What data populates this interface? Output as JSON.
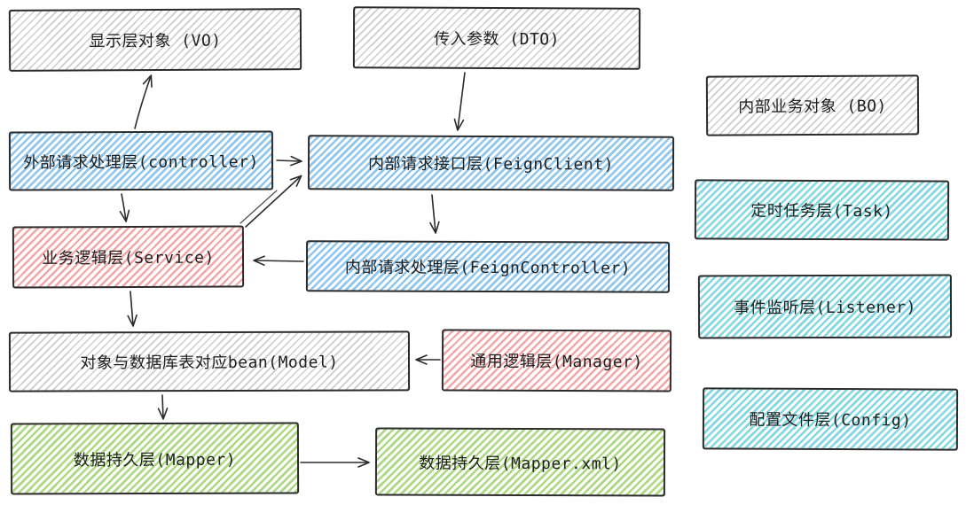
{
  "diagram": {
    "title": "",
    "boxes": {
      "vo": {
        "label": "显示层对象 (VO)",
        "color": "gray"
      },
      "dto": {
        "label": "传入参数 (DTO)",
        "color": "gray"
      },
      "controller": {
        "label": "外部请求处理层(controller)",
        "color": "blue"
      },
      "feign_client": {
        "label": "内部请求接口层(FeignClient)",
        "color": "blue"
      },
      "service": {
        "label": "业务逻辑层(Service)",
        "color": "red"
      },
      "feign_controller": {
        "label": "内部请求处理层(FeignController)",
        "color": "blue"
      },
      "model": {
        "label": "对象与数据库表对应bean(Model)",
        "color": "gray"
      },
      "manager": {
        "label": "通用逻辑层(Manager)",
        "color": "red"
      },
      "mapper": {
        "label": "数据持久层(Mapper)",
        "color": "green"
      },
      "mapper_xml": {
        "label": "数据持久层(Mapper.xml)",
        "color": "green"
      },
      "bo": {
        "label": "内部业务对象 (BO)",
        "color": "gray"
      },
      "task": {
        "label": "定时任务层(Task)",
        "color": "cyan"
      },
      "listener": {
        "label": "事件监听层(Listener)",
        "color": "cyan"
      },
      "config": {
        "label": "配置文件层(Config)",
        "color": "cyan"
      }
    },
    "edges": [
      {
        "from": "controller",
        "to": "vo"
      },
      {
        "from": "dto",
        "to": "feign_client"
      },
      {
        "from": "controller",
        "to": "feign_client"
      },
      {
        "from": "controller",
        "to": "service"
      },
      {
        "from": "service",
        "to": "feign_client"
      },
      {
        "from": "feign_client",
        "to": "feign_controller"
      },
      {
        "from": "feign_controller",
        "to": "service"
      },
      {
        "from": "service",
        "to": "model"
      },
      {
        "from": "manager",
        "to": "model"
      },
      {
        "from": "model",
        "to": "mapper"
      },
      {
        "from": "mapper",
        "to": "mapper_xml"
      }
    ],
    "colors": {
      "blue": "#8ec6ee",
      "red": "#f3a6a5",
      "green": "#abd97f",
      "cyan": "#82d7e3",
      "gray": "#cccccc",
      "stroke": "#2b2b2b"
    }
  }
}
